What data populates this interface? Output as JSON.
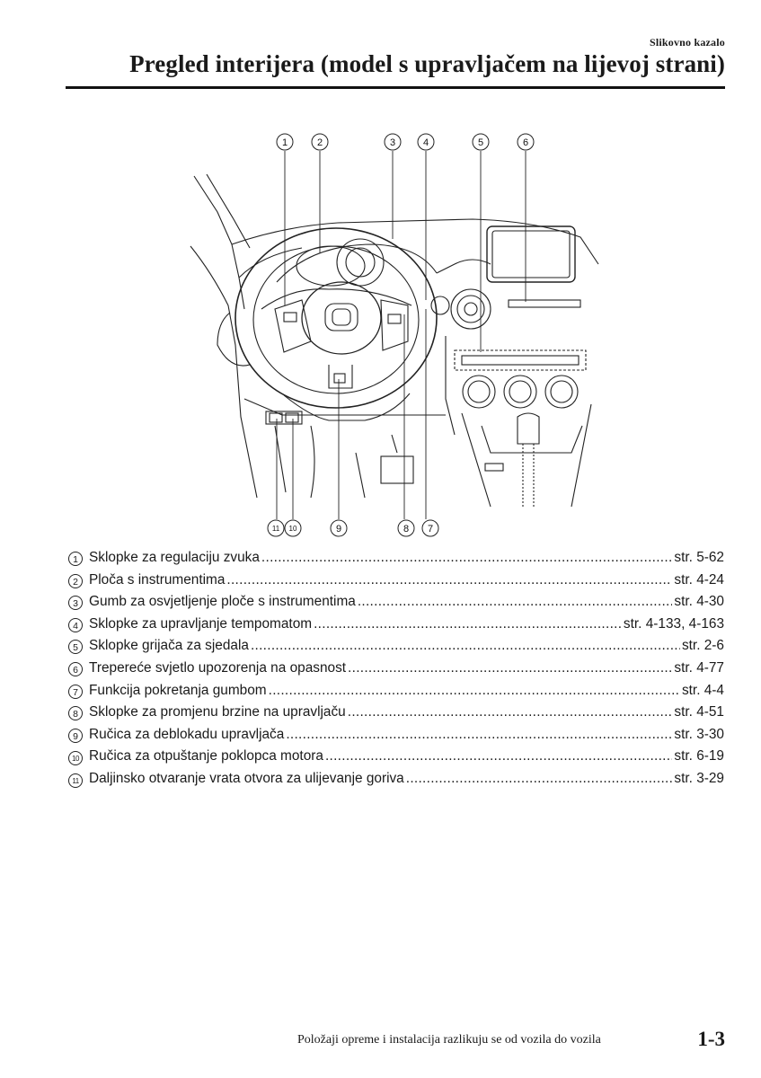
{
  "header": {
    "section": "Slikovno kazalo",
    "title": "Pregled interijera (model s upravljačem na lijevoj strani)"
  },
  "callouts": [
    "1",
    "2",
    "3",
    "4",
    "5",
    "6",
    "7",
    "8",
    "9",
    "10",
    "11"
  ],
  "legend": [
    {
      "num": "1",
      "text": "Sklopke za regulaciju zvuka",
      "page": "str. 5-62"
    },
    {
      "num": "2",
      "text": "Ploča s instrumentima",
      "page": "str. 4-24"
    },
    {
      "num": "3",
      "text": "Gumb za osvjetljenje ploče s instrumentima",
      "page": "str. 4-30"
    },
    {
      "num": "4",
      "text": "Sklopke za upravljanje tempomatom",
      "page": "str. 4-133, 4-163"
    },
    {
      "num": "5",
      "text": "Sklopke grijača za sjedala",
      "page": "str. 2-6"
    },
    {
      "num": "6",
      "text": "Trepereće svjetlo upozorenja na opasnost",
      "page": "str. 4-77"
    },
    {
      "num": "7",
      "text": "Funkcija pokretanja gumbom",
      "page": "str. 4-4"
    },
    {
      "num": "8",
      "text": "Sklopke za promjenu brzine na upravljaču",
      "page": "str. 4-51"
    },
    {
      "num": "9",
      "text": "Ručica za deblokadu upravljača",
      "page": "str. 3-30"
    },
    {
      "num": "10",
      "text": "Ručica za otpuštanje poklopca motora",
      "page": "str. 6-19"
    },
    {
      "num": "11",
      "text": "Daljinsko otvaranje vrata otvora za ulijevanje goriva",
      "page": "str. 3-29"
    }
  ],
  "footer": {
    "note": "Položaji opreme i instalacija razlikuju se od vozila do vozila",
    "page_number": "1-3"
  }
}
